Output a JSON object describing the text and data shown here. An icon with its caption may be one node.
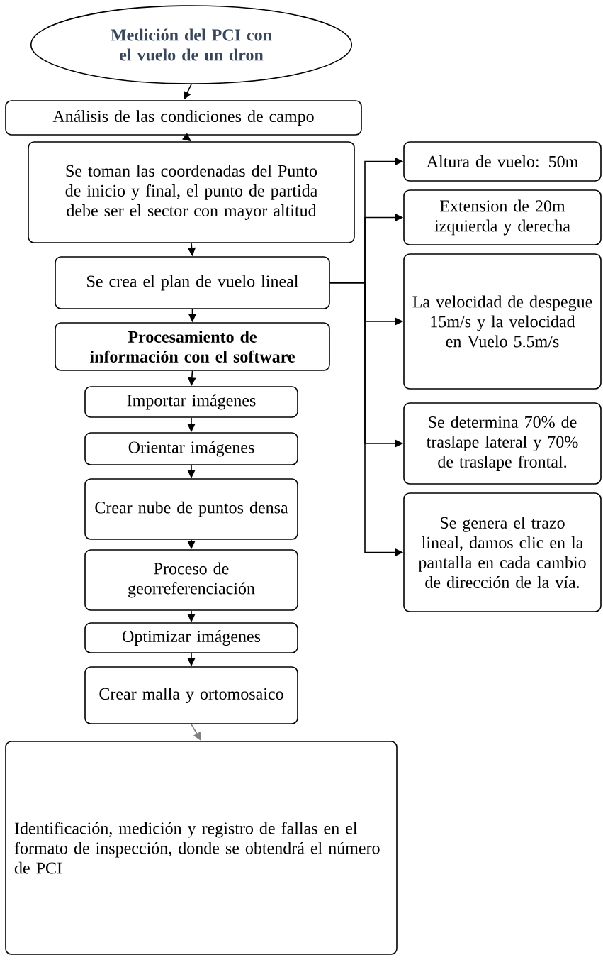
{
  "diagram": {
    "nodes": [
      {
        "text": [
          "Medición del PCI  con el vuelo de un dron"
        ]
      },
      {
        "text": [
          "Análisis de las condiciones de campo"
        ]
      },
      {
        "text": [
          "Se toman las coordenadas del Punto de inicio y final, el punto de partida debe ser el sector con mayor altitud"
        ]
      },
      {
        "text": [
          "Se crea el plan de vuelo lineal"
        ]
      },
      {
        "text": [
          "Procesamiento de información con el software"
        ]
      },
      {
        "text": [
          "Importar imágenes"
        ]
      },
      {
        "text": [
          "Orientar imágenes"
        ]
      },
      {
        "text": [
          "Crear nube de puntos densa"
        ]
      },
      {
        "text": [
          "Proceso de georreferenciación"
        ]
      },
      {
        "text": [
          "Optimizar imágenes"
        ]
      },
      {
        "text": [
          "Crear malla y ortomosaico"
        ]
      },
      {
        "text": [
          "Identificación, medición y registro de fallas en el formato de inspección, donde se obtendrá el número de PCI"
        ]
      },
      {
        "text": [
          "Altura de vuelo: 50m"
        ]
      },
      {
        "text": [
          "Extension de 20m izquierda y derecha"
        ]
      },
      {
        "text": [
          "La velocidad de despegue 15m/s y la velocidad en Vuelo 5.5m/s"
        ]
      },
      {
        "text": [
          "Se determina 70% de traslape lateral y 70% de traslape frontal."
        ]
      },
      {
        "text": [
          "Se genera el trazo lineal, damos clic en la pantalla en cada cambio de dirección de la vía."
        ]
      }
    ],
    "edges": [
      {
        "from": 0,
        "to": 1,
        "arrow": "to"
      },
      {
        "from": 1,
        "to": 2,
        "arrow": "to"
      },
      {
        "from": 2,
        "to": 3,
        "arrow": "to"
      },
      {
        "from": 3,
        "to": 4,
        "arrow": "to"
      },
      {
        "from": 4,
        "to": 5,
        "arrow": "to"
      },
      {
        "from": 5,
        "to": 6,
        "arrow": "to"
      },
      {
        "from": 6,
        "to": 7,
        "arrow": "to"
      },
      {
        "from": 7,
        "to": 8,
        "arrow": "to"
      },
      {
        "from": 8,
        "to": 9,
        "arrow": "to"
      },
      {
        "from": 9,
        "to": 10,
        "arrow": "to"
      },
      {
        "from": 10,
        "to": 11,
        "arrow": "to",
        "color": "#808080"
      },
      {
        "from": 3,
        "to": 12,
        "arrow": "to"
      },
      {
        "from": 3,
        "to": 13,
        "arrow": "to"
      },
      {
        "from": 3,
        "to": 14,
        "arrow": "to"
      },
      {
        "from": 3,
        "to": 15,
        "arrow": "to"
      },
      {
        "from": 3,
        "to": 16,
        "arrow": "to"
      }
    ]
  }
}
